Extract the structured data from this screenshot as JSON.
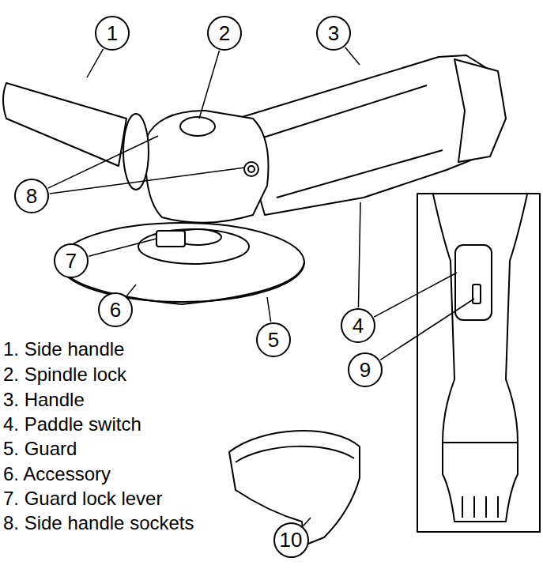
{
  "diagram": {
    "nodes": [
      {
        "text": [
          "1"
        ]
      },
      {
        "text": [
          "2"
        ]
      },
      {
        "text": [
          "3"
        ]
      },
      {
        "text": [
          "8"
        ]
      },
      {
        "text": [
          "7"
        ]
      },
      {
        "text": [
          "6"
        ]
      },
      {
        "text": [
          "5"
        ]
      },
      {
        "text": [
          "4"
        ]
      },
      {
        "text": [
          "9"
        ]
      },
      {
        "text": [
          "10"
        ]
      }
    ],
    "labels": [
      "1. Side handle",
      "2. Spindle lock",
      "3. Handle",
      "4. Paddle switch",
      "5. Guard",
      "6. Accessory",
      "7. Guard lock lever",
      "8. Side handle sockets"
    ]
  }
}
